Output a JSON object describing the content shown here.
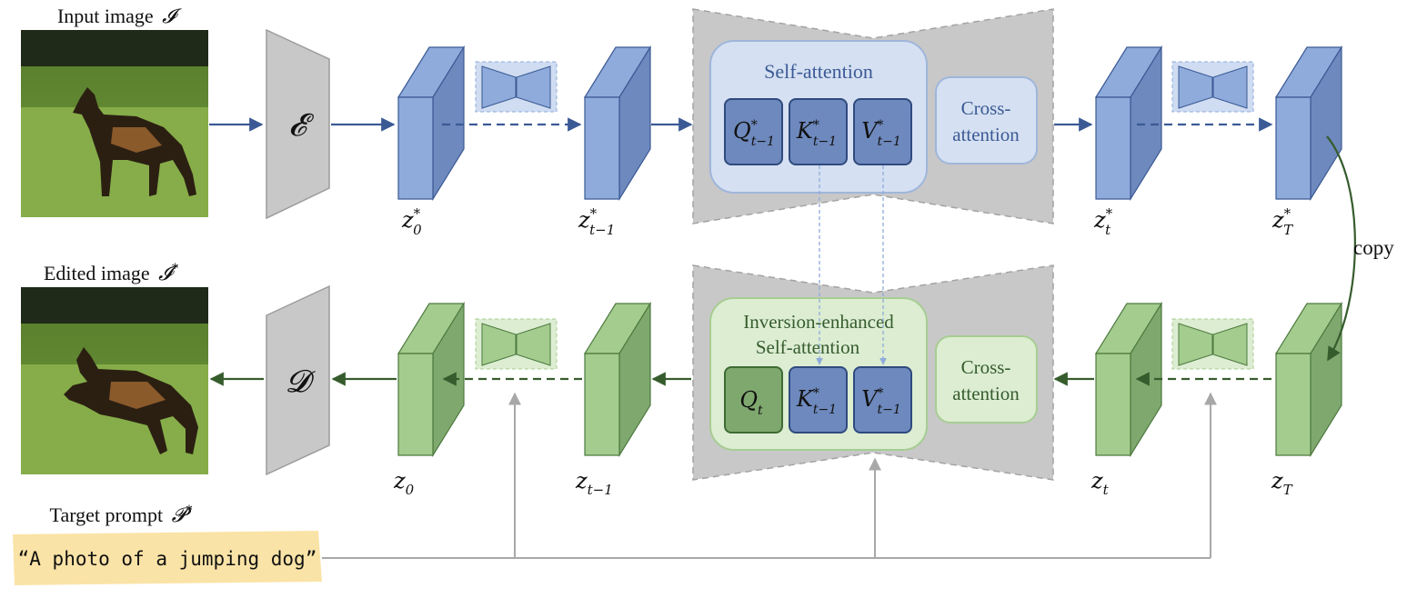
{
  "input_image": {
    "caption": "Input image",
    "symbol": "𝓘"
  },
  "edited_image": {
    "caption": "Edited image",
    "symbol": "𝓘",
    "symbol_sup": "*"
  },
  "target_prompt": {
    "caption": "Target prompt",
    "symbol": "𝓟",
    "symbol_sup": "*",
    "text": "“A photo of a jumping dog”"
  },
  "encoder": {
    "symbol": "𝓔"
  },
  "decoder": {
    "symbol": "𝓓"
  },
  "top_row": {
    "latents": {
      "z0": {
        "base": "z",
        "sub": "0",
        "sup": "*"
      },
      "zt1": {
        "base": "z",
        "sub": "t−1",
        "sup": "*"
      },
      "zt": {
        "base": "z",
        "sub": "t",
        "sup": "*"
      },
      "zT": {
        "base": "z",
        "sub": "T",
        "sup": "*"
      }
    },
    "self_attention": {
      "title": "Self-attention",
      "q": {
        "base": "Q",
        "sub": "t−1",
        "sup": "*"
      },
      "k": {
        "base": "K",
        "sub": "t−1",
        "sup": "*"
      },
      "v": {
        "base": "V",
        "sub": "t−1",
        "sup": "*"
      }
    },
    "cross_attention": {
      "line1": "Cross-",
      "line2": "attention"
    }
  },
  "bottom_row": {
    "latents": {
      "z0": {
        "base": "z",
        "sub": "0"
      },
      "zt1": {
        "base": "z",
        "sub": "t−1"
      },
      "zt": {
        "base": "z",
        "sub": "t"
      },
      "zT": {
        "base": "z",
        "sub": "T"
      }
    },
    "self_attention": {
      "title_line1": "Inversion-enhanced",
      "title_line2": "Self-attention",
      "q": {
        "base": "Q",
        "sub": "t"
      },
      "k": {
        "base": "K",
        "sub": "t−1",
        "sup": "*"
      },
      "v": {
        "base": "V",
        "sub": "t−1",
        "sup": "*"
      }
    },
    "cross_attention": {
      "line1": "Cross-",
      "line2": "attention"
    }
  },
  "copy_label": "copy",
  "colors": {
    "blue_face": "#6e89bd",
    "blue_light": "#8fabdb",
    "blue_stroke": "#3b5a95",
    "green_face": "#7fa86f",
    "green_light": "#a5cc8f",
    "green_stroke": "#4d7a3f",
    "arrow_blue": "#3b5a95",
    "arrow_green": "#365c2e",
    "gray": "#c8c8c8",
    "prompt_bg": "#fae3a6"
  }
}
